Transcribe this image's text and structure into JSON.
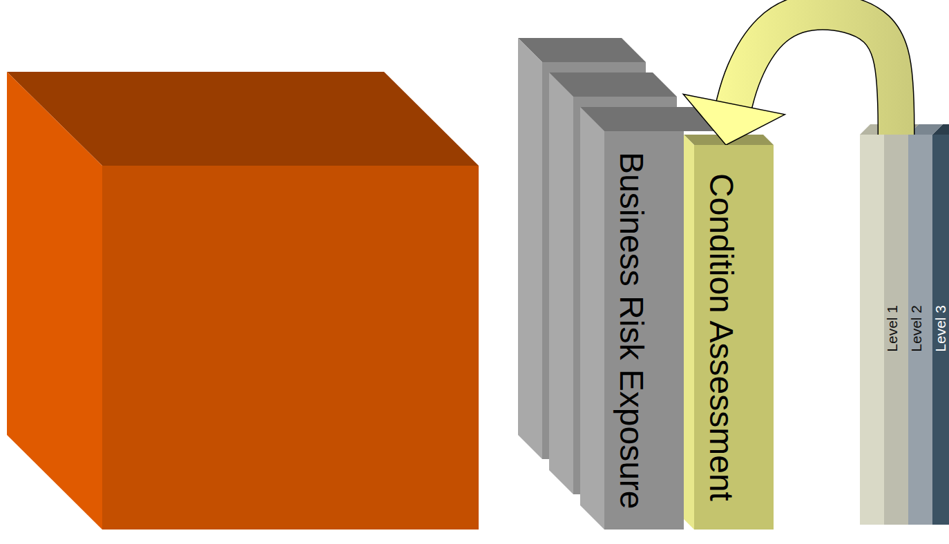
{
  "diagram": {
    "nodes": [
      {
        "text": [
          "Business Risk Exposure"
        ]
      },
      {
        "text": [
          "Condition Assessment"
        ]
      },
      {
        "text": [
          "Level 3"
        ]
      },
      {
        "text": [
          "Level 2"
        ]
      },
      {
        "text": [
          "Level 1"
        ]
      }
    ],
    "edges": [
      {
        "from": 4,
        "to": 1,
        "arrow": "to"
      }
    ]
  }
}
